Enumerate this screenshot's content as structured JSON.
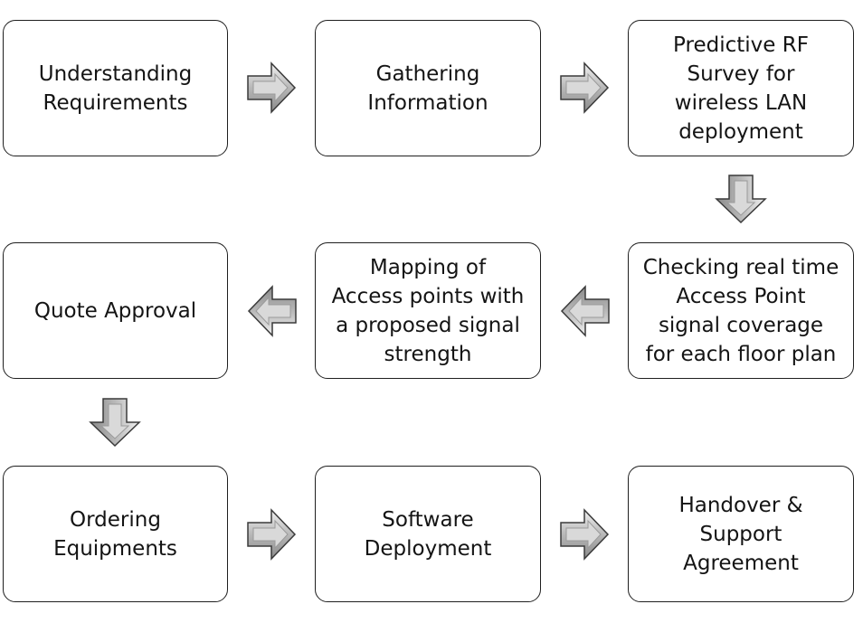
{
  "steps": [
    {
      "label": "Understanding\nRequirements"
    },
    {
      "label": "Gathering\nInformation"
    },
    {
      "label": "Predictive RF\nSurvey for\nwireless LAN\ndeployment"
    },
    {
      "label": "Checking real time\nAccess Point\nsignal coverage\nfor each floor plan"
    },
    {
      "label": "Mapping of\nAccess points with\na proposed signal\nstrength"
    },
    {
      "label": "Quote Approval"
    },
    {
      "label": "Ordering\nEquipments"
    },
    {
      "label": "Software\nDeployment"
    },
    {
      "label": "Handover &\nSupport\nAgreement"
    }
  ],
  "colors": {
    "box_border": "#1f1f1f",
    "arrow_fill_light": "#e6e6e6",
    "arrow_fill_dark": "#8c8c8c",
    "arrow_outline": "#3a3a3a"
  }
}
